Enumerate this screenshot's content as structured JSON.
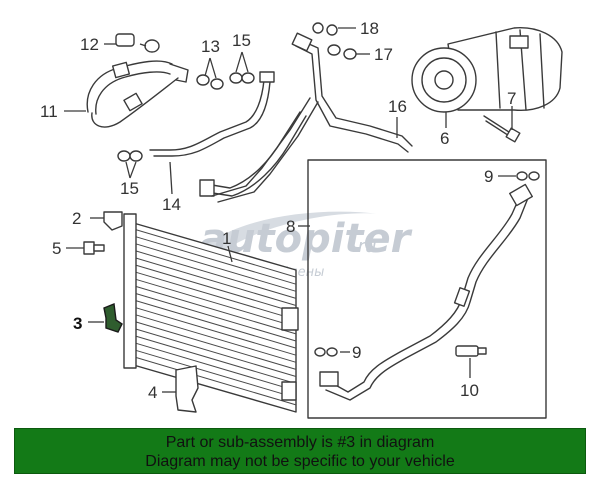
{
  "callouts": {
    "c1": "1",
    "c2": "2",
    "c3": "3",
    "c4": "4",
    "c5": "5",
    "c6": "6",
    "c7": "7",
    "c8": "8",
    "c9a": "9",
    "c9b": "9",
    "c10": "10",
    "c11": "11",
    "c12": "12",
    "c13": "13",
    "c14": "14",
    "c15a": "15",
    "c15b": "15",
    "c16": "16",
    "c17": "17",
    "c18": "18"
  },
  "highlighted_part": "3",
  "watermark": {
    "brand": "autopiter",
    "tld": ".ru",
    "tagline": "Запчасти найдены"
  },
  "notice": {
    "line1": "Part or sub-assembly is #3 in diagram",
    "line2": "Diagram may not be specific to your vehicle"
  },
  "colors": {
    "banner": "#137a17",
    "line": "#3a3a3a",
    "highlight": "#111111"
  }
}
